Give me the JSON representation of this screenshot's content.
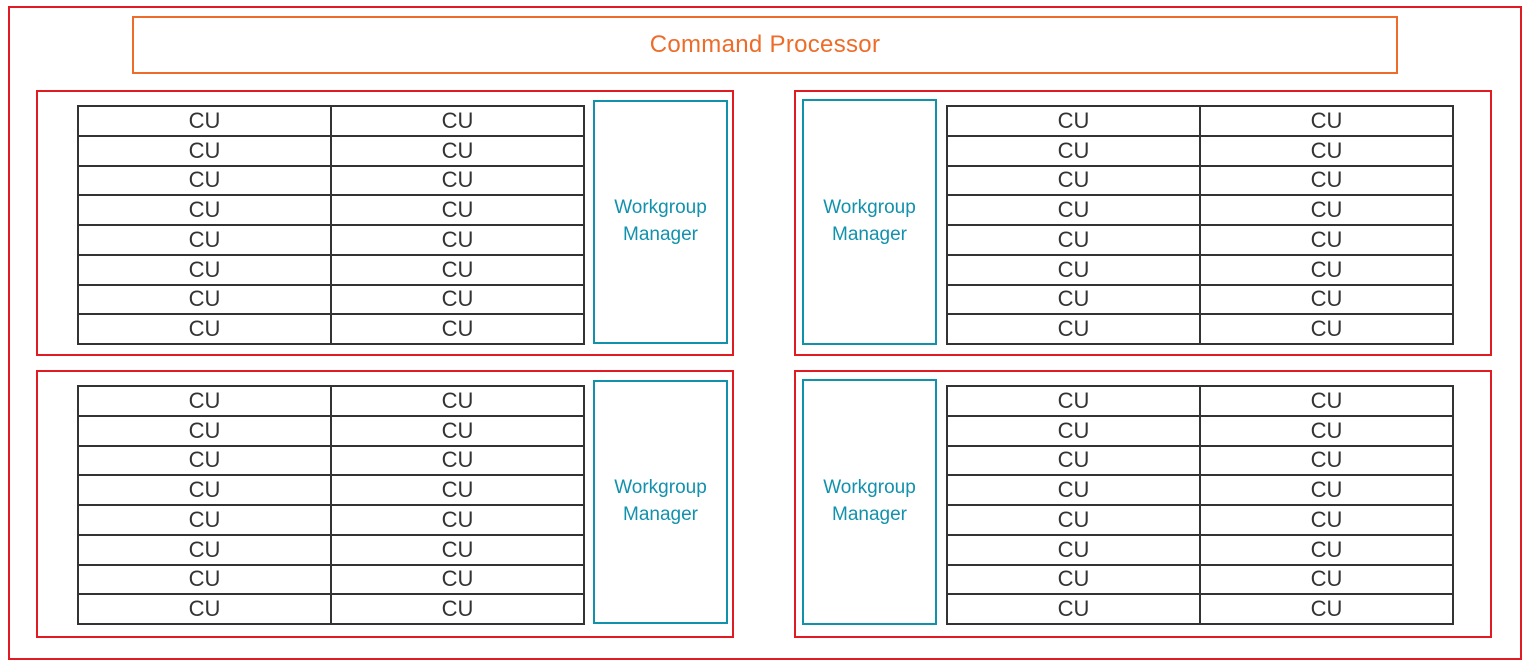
{
  "command_processor": {
    "label": "Command Processor"
  },
  "blocks": [
    {
      "id": "top-left",
      "manager_label": "Workgroup Manager",
      "manager_side": "right",
      "cu_grid": [
        [
          "CU",
          "CU"
        ],
        [
          "CU",
          "CU"
        ],
        [
          "CU",
          "CU"
        ],
        [
          "CU",
          "CU"
        ],
        [
          "CU",
          "CU"
        ],
        [
          "CU",
          "CU"
        ],
        [
          "CU",
          "CU"
        ],
        [
          "CU",
          "CU"
        ]
      ]
    },
    {
      "id": "top-right",
      "manager_label": "Workgroup Manager",
      "manager_side": "left",
      "cu_grid": [
        [
          "CU",
          "CU"
        ],
        [
          "CU",
          "CU"
        ],
        [
          "CU",
          "CU"
        ],
        [
          "CU",
          "CU"
        ],
        [
          "CU",
          "CU"
        ],
        [
          "CU",
          "CU"
        ],
        [
          "CU",
          "CU"
        ],
        [
          "CU",
          "CU"
        ]
      ]
    },
    {
      "id": "bottom-left",
      "manager_label": "Workgroup Manager",
      "manager_side": "right",
      "cu_grid": [
        [
          "CU",
          "CU"
        ],
        [
          "CU",
          "CU"
        ],
        [
          "CU",
          "CU"
        ],
        [
          "CU",
          "CU"
        ],
        [
          "CU",
          "CU"
        ],
        [
          "CU",
          "CU"
        ],
        [
          "CU",
          "CU"
        ],
        [
          "CU",
          "CU"
        ]
      ]
    },
    {
      "id": "bottom-right",
      "manager_label": "Workgroup Manager",
      "manager_side": "left",
      "cu_grid": [
        [
          "CU",
          "CU"
        ],
        [
          "CU",
          "CU"
        ],
        [
          "CU",
          "CU"
        ],
        [
          "CU",
          "CU"
        ],
        [
          "CU",
          "CU"
        ],
        [
          "CU",
          "CU"
        ],
        [
          "CU",
          "CU"
        ],
        [
          "CU",
          "CU"
        ]
      ]
    }
  ],
  "colors": {
    "red": "#e01b24",
    "orange": "#ed6c2a",
    "teal": "#1291ad",
    "dark": "#333333",
    "background": "#ffffff"
  }
}
